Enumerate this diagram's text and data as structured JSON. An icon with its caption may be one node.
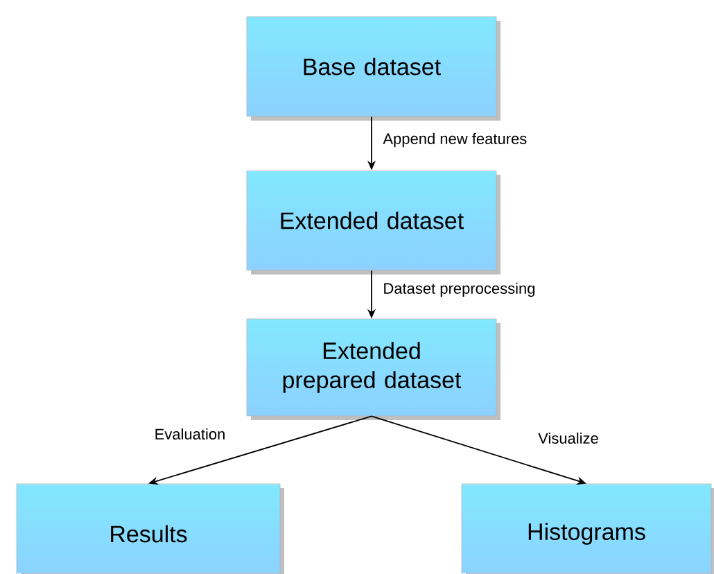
{
  "diagram": {
    "nodes": [
      {
        "text": [
          "Base dataset"
        ]
      },
      {
        "text": [
          "Extended dataset"
        ]
      },
      {
        "text": [
          "Extended prepared dataset"
        ]
      },
      {
        "text": [
          "Results"
        ]
      },
      {
        "text": [
          "Histograms"
        ]
      }
    ],
    "edges": [
      {
        "from": 0,
        "to": 1,
        "arrow": "to",
        "label": "Append new features"
      },
      {
        "from": 1,
        "to": 2,
        "arrow": "to",
        "label": "Dataset preprocessing"
      },
      {
        "from": 2,
        "to": 3,
        "arrow": "to",
        "label": "Evaluation"
      },
      {
        "from": 2,
        "to": 4,
        "arrow": "to",
        "label": "Visualize"
      }
    ]
  }
}
